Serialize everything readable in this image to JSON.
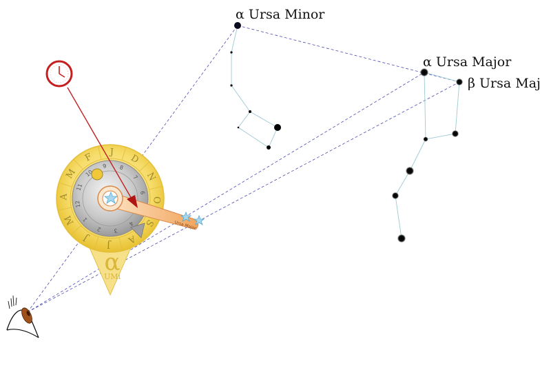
{
  "labels": {
    "alpha_ursa_minor": "α Ursa Minor",
    "alpha_ursa_major": "α Ursa Major",
    "beta_ursa_major": "β Ursa Maj",
    "dial_mark": "α",
    "dial_mark_sub": "UMi",
    "pointer_text": "Ursa Major"
  },
  "dial": {
    "months": [
      "M",
      "F",
      "J",
      "D",
      "N",
      "O",
      "S",
      "A",
      "J",
      "J",
      "M",
      "A"
    ],
    "hours": [
      "8",
      "7",
      "6",
      "5",
      "4",
      "3",
      "2",
      "1",
      "12",
      "11",
      "10",
      "9"
    ]
  },
  "colors": {
    "sight_line": "#4b4bb0",
    "constellation_line": "#9cc9d4",
    "clock_red": "#c41e1e",
    "dial_gold": "#f2cf45",
    "dial_silver": "#bdbdbd",
    "pointer_orange": "#f4a460",
    "eye_iris": "#a0521a"
  },
  "icons": {
    "clock": "clock-icon",
    "eye": "eye-icon",
    "star": "star-icon"
  }
}
